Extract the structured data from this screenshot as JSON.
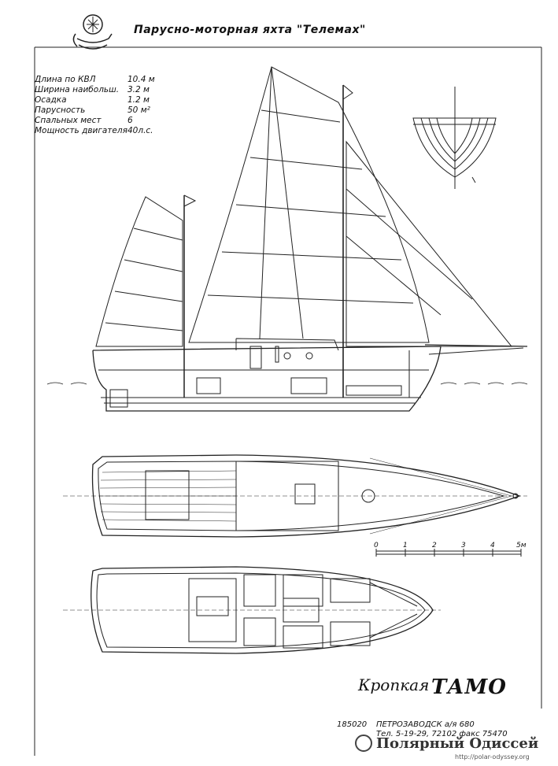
{
  "title": "Парусно-моторная яхта \"Телемах\"",
  "specs": [
    {
      "label": "Длина по КВЛ",
      "value": "10.4 м"
    },
    {
      "label": "Ширина наибольш.",
      "value": "3.2 м"
    },
    {
      "label": "Осадка",
      "value": "1.2 м"
    },
    {
      "label": "Парусность",
      "value": "50 м²"
    },
    {
      "label": "Спальных мест",
      "value": "6"
    },
    {
      "label": "Мощность двигателя",
      "value": "40л.с."
    }
  ],
  "scale": {
    "ticks": [
      "0",
      "1",
      "2",
      "3",
      "4",
      "5м"
    ]
  },
  "signature": "Кропкая",
  "brand": "ТАМО",
  "footer": {
    "code": "185020",
    "address": "ПЕТРОЗАВОДСК  а/я 680",
    "phones": "Тел. 5-19-29,  72102  факс 75470"
  },
  "watermark": {
    "name": "Полярный Одиссей",
    "url": "http://polar-odyssey.org"
  }
}
